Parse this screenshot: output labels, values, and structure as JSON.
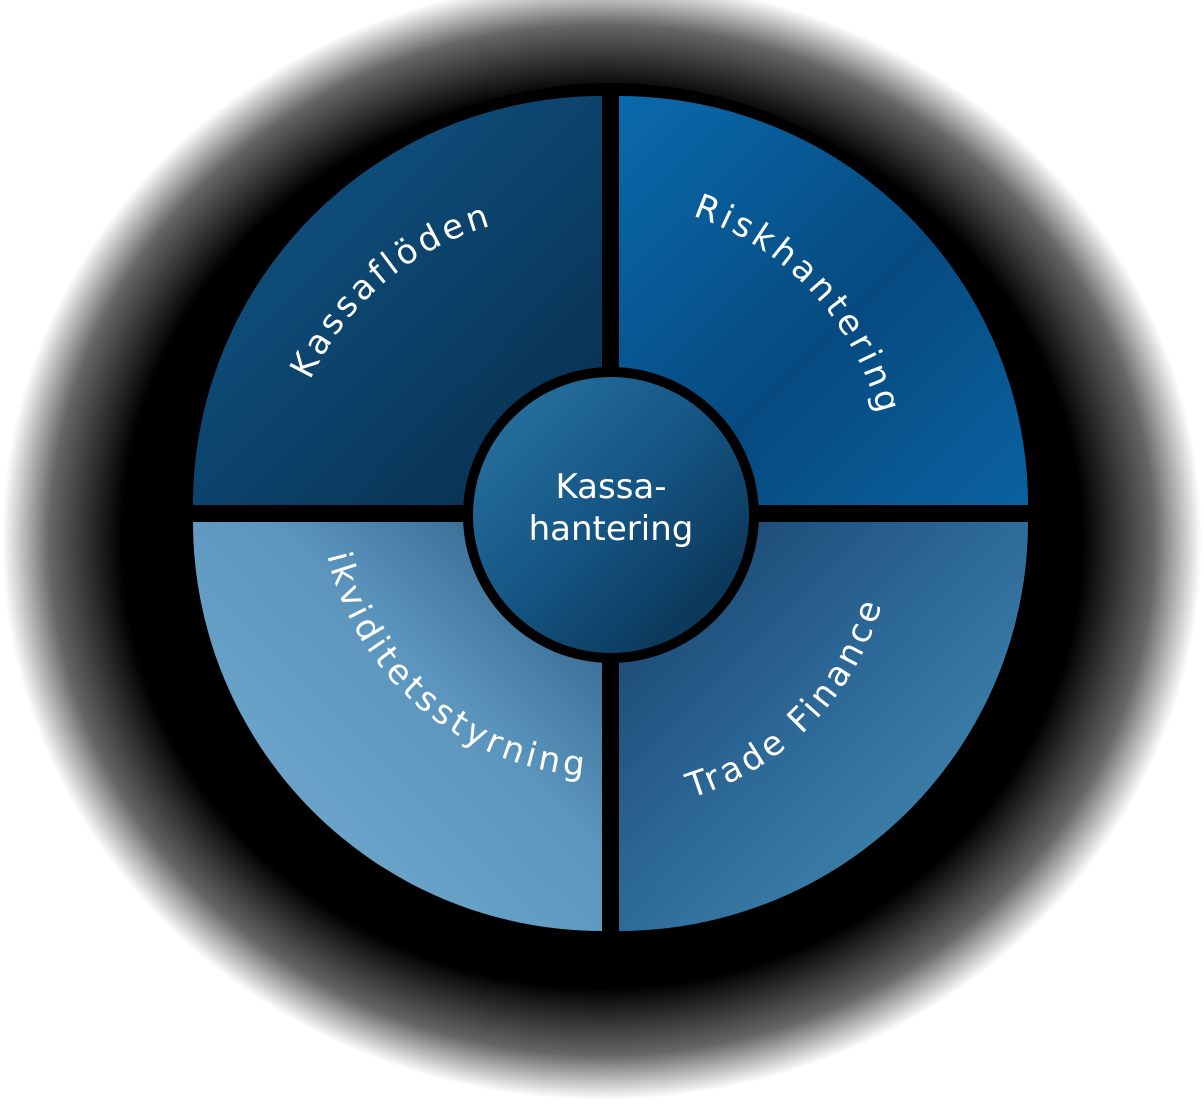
{
  "diagram": {
    "center": {
      "line1": "Kassa-",
      "line2": "hantering"
    },
    "quadrants": {
      "top_left": "Kassaflöden",
      "top_right": "Riskhantering",
      "bottom_left": "Likviditetsstyrning",
      "bottom_right": "Trade Finance"
    },
    "colors": {
      "top_left": "#0e4a78",
      "top_right": "#0a63a0",
      "bottom_left": "#5f9bc2",
      "bottom_right": "#3f7fa8",
      "center": "#114a72",
      "outline": "#000000"
    }
  }
}
